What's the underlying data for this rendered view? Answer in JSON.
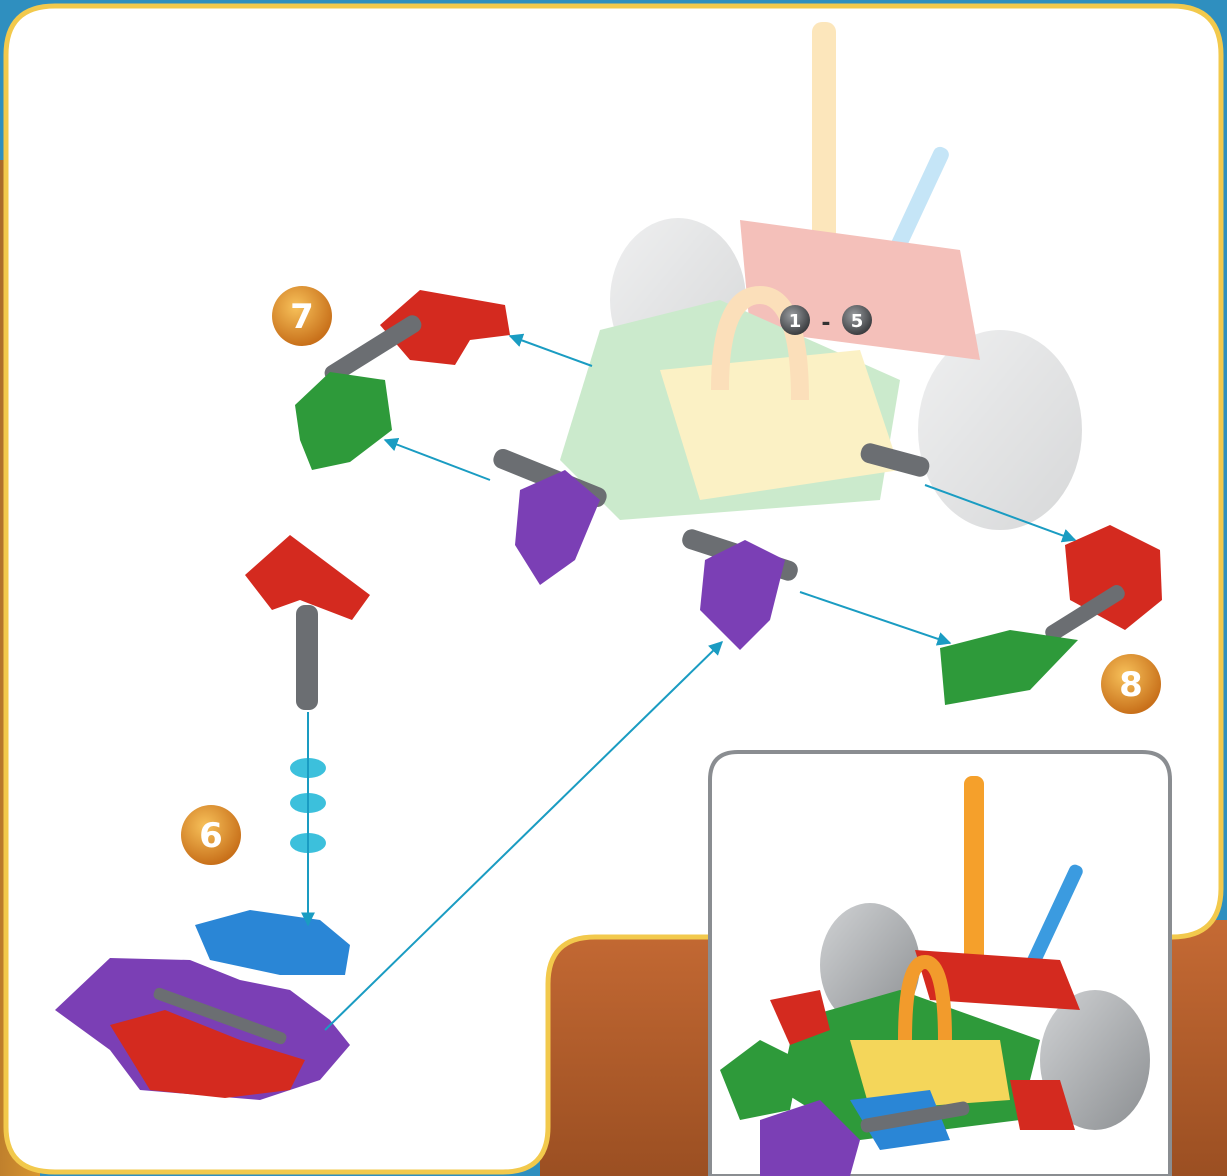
{
  "steps": {
    "step_6": "6",
    "step_7": "7",
    "step_8": "8"
  },
  "reference": {
    "from": "1",
    "dash": "-",
    "to": "5"
  },
  "colors": {
    "panel_bg": "#ffffff",
    "panel_border": "#f2c94c",
    "desert": "#b5602e",
    "sky": "#2f8fbf",
    "badge": "#e08a1e",
    "arrow": "#1a9cc2",
    "red_part": "#d42a1f",
    "green_part": "#2e9a3a",
    "purple_part": "#7b3fb5",
    "blue_part": "#2a86d6",
    "gray_rod": "#6b6e72",
    "inset_border": "#8a8d91"
  }
}
